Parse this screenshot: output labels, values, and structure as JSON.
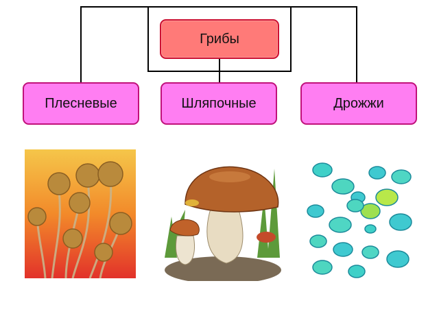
{
  "diagram": {
    "root": {
      "label": "Грибы"
    },
    "children": [
      {
        "label": "Плесневые"
      },
      {
        "label": "Шляпочные"
      },
      {
        "label": "Дрожжи"
      }
    ]
  },
  "colors": {
    "root_fill": "#ff7a78",
    "child_fill": "#ff7ef2",
    "border": "#c0117a",
    "connector": "#000000"
  },
  "images": [
    {
      "subject": "mold-fungi"
    },
    {
      "subject": "cap-mushroom"
    },
    {
      "subject": "yeast-cells"
    }
  ]
}
